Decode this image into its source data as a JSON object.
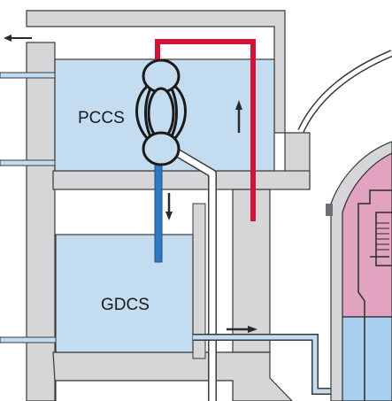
{
  "labels": {
    "pccs": "PCCS",
    "gdcs": "GDCS"
  },
  "colors": {
    "concrete": "#d6d6d8",
    "wall_outline": "#3a3a3a",
    "water": "#c4dcef",
    "water_deep": "#a9cfee",
    "red_pipe": "#d2143a",
    "blue_pipe": "#2f78c2",
    "vessel_pink": "#e2a3c0",
    "vessel_outline": "#2a2a2a",
    "arrow": "#2a2a2a"
  },
  "icons": {
    "flow_arrow": "arrow-icon",
    "heat_exchanger": "pccs-heat-exchanger"
  }
}
